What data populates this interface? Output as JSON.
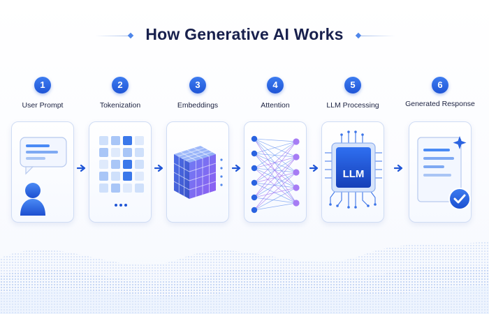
{
  "title": "How Generative AI Works",
  "steps": [
    {
      "number": "1",
      "label": "User Prompt",
      "icon": "user-prompt-icon"
    },
    {
      "number": "2",
      "label": "Tokenization",
      "icon": "token-grid-icon"
    },
    {
      "number": "3",
      "label": "Embeddings",
      "icon": "embedding-cube-icon"
    },
    {
      "number": "4",
      "label": "Attention",
      "icon": "attention-network-icon"
    },
    {
      "number": "5",
      "label": "LLM Processing",
      "icon": "llm-chip-icon",
      "chip_text": "LLM"
    },
    {
      "number": "6",
      "label": "Generated Response",
      "icon": "response-document-icon"
    }
  ],
  "colors": {
    "accent": "#1f55d6",
    "accent_light": "#4f86ea",
    "purple": "#8b5cf6",
    "title": "#18204d"
  }
}
